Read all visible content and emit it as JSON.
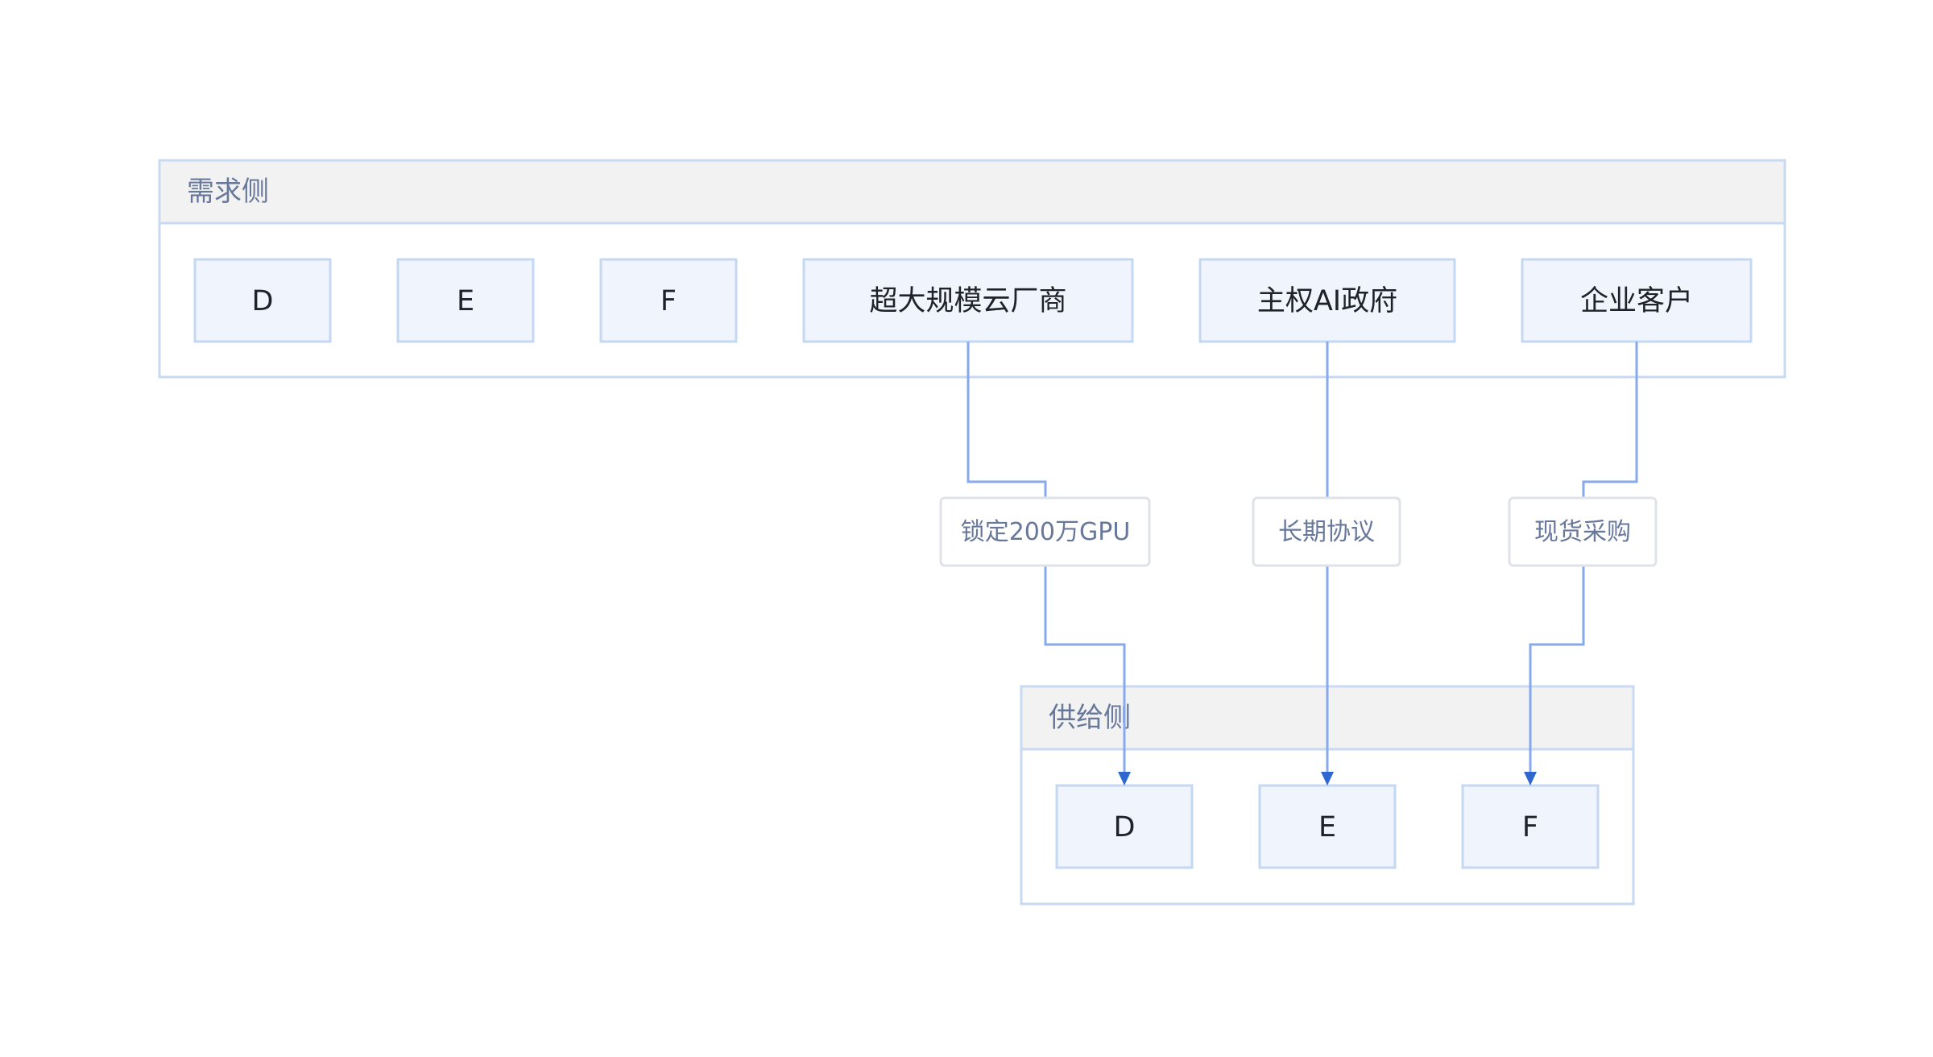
{
  "demand_group": {
    "title": "需求侧",
    "nodes": [
      "D",
      "E",
      "F",
      "超大规模云厂商",
      "主权AI政府",
      "企业客户"
    ]
  },
  "supply_group": {
    "title": "供给侧",
    "nodes": [
      "D",
      "E",
      "F"
    ]
  },
  "edges": [
    {
      "from": "超大规模云厂商",
      "to": "D",
      "label": "锁定200万GPU"
    },
    {
      "from": "主权AI政府",
      "to": "E",
      "label": "长期协议"
    },
    {
      "from": "企业客户",
      "to": "F",
      "label": "现货采购"
    }
  ],
  "colors": {
    "node_fill": "#f0f5fd",
    "node_border": "#c5d8f1",
    "group_header_fill": "#f2f2f2",
    "edge": "#86aaec",
    "arrow": "#2f66d0",
    "label_text": "#67789a"
  }
}
